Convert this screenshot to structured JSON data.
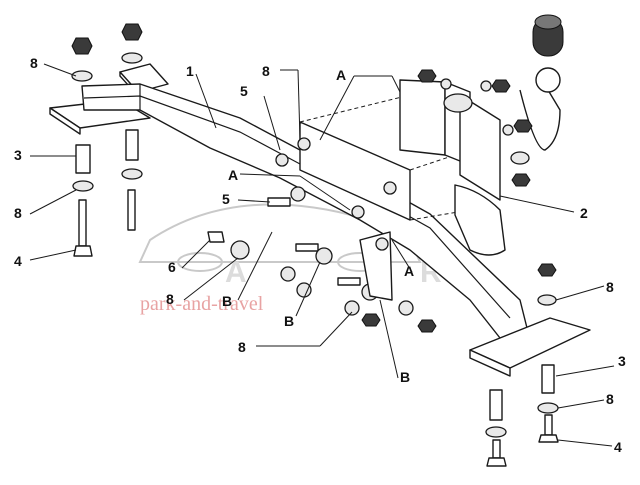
{
  "labels": {
    "l1": "1",
    "l2": "2",
    "l3_left": "3",
    "l3_right": "3",
    "l4_left": "4",
    "l4_right": "4",
    "l5_top": "5",
    "l5_mid": "5",
    "l6": "6",
    "l8_top_left": "8",
    "l8_left": "8",
    "l8_top_mid": "8",
    "l8_mid": "8",
    "l8_bottom": "8",
    "l8_right_top": "8",
    "l8_right": "8",
    "la_top": "A",
    "la_mid": "A",
    "la_right": "A",
    "lb_left": "B",
    "lb_mid": "B",
    "lb_right": "B"
  },
  "watermark": {
    "text": "park-and-travel",
    "color": "#e8a3a3"
  },
  "colors": {
    "ink": "#1a1a1a",
    "paper": "#ffffff"
  }
}
